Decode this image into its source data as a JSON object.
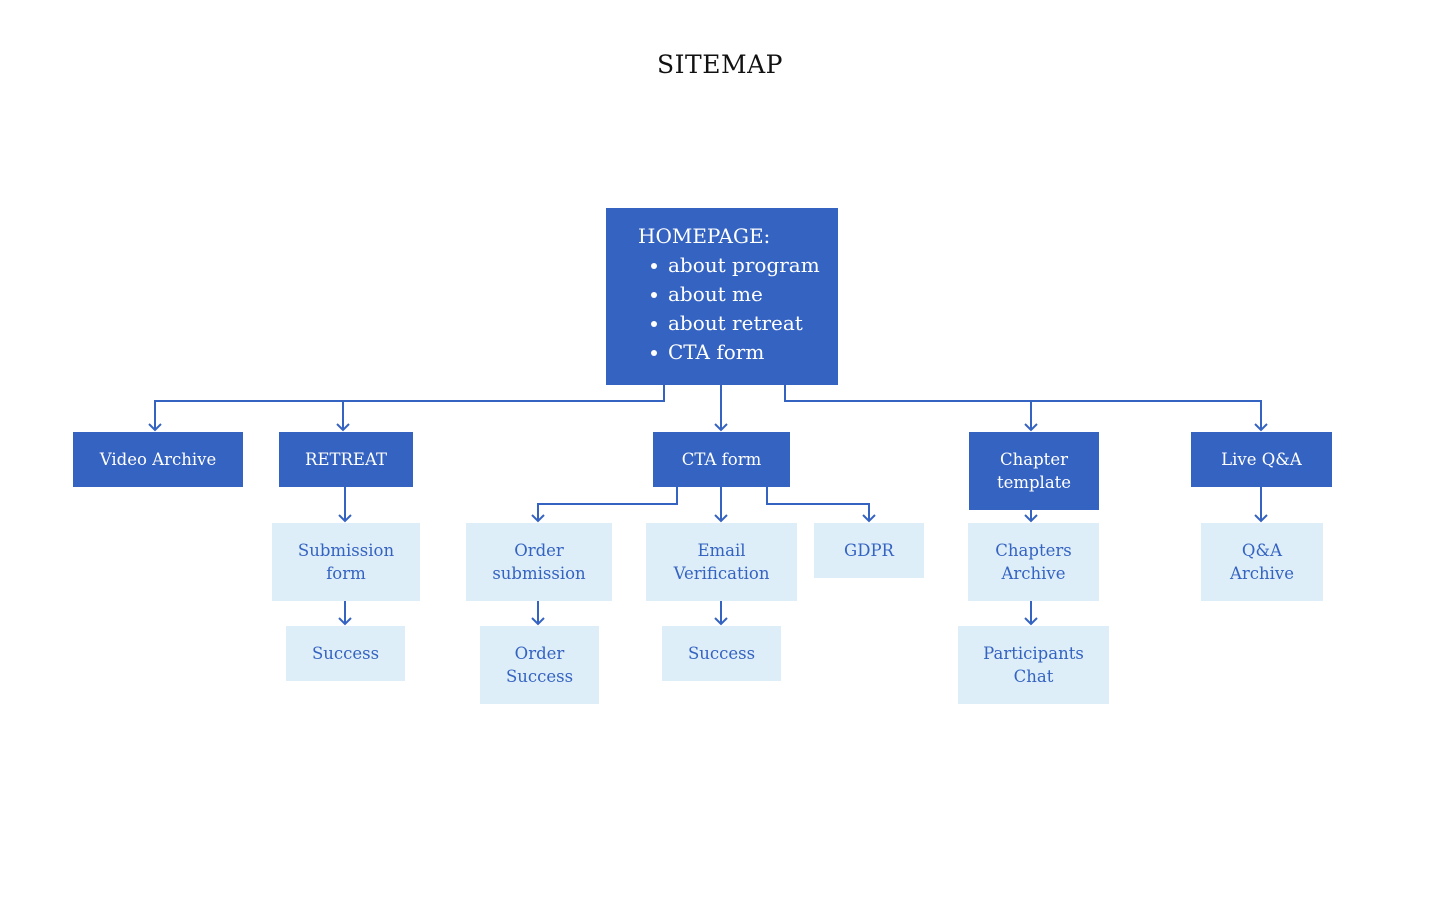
{
  "title": "SITEMAP",
  "homepage": {
    "label": "HOMEPAGE:",
    "items": [
      "about program",
      "about me",
      "about retreat",
      "CTA form"
    ]
  },
  "nodes": {
    "video_archive": "Video Archive",
    "retreat": "RETREAT",
    "cta_form": "CTA form",
    "chapter_template": "Chapter template",
    "live_qa": "Live Q&A",
    "submission_form": "Submission form",
    "retreat_success": "Success",
    "order_submission": "Order submission",
    "order_success": "Order Success",
    "email_verification": "Email Verification",
    "email_success": "Success",
    "gdpr": "GDPR",
    "chapters_archive": "Chapters Archive",
    "participants_chat": "Participants Chat",
    "qa_archive": "Q&A Archive"
  },
  "colors": {
    "primary": "#3563c1",
    "secondary": "#ddeef8",
    "connector": "#3563c1"
  }
}
